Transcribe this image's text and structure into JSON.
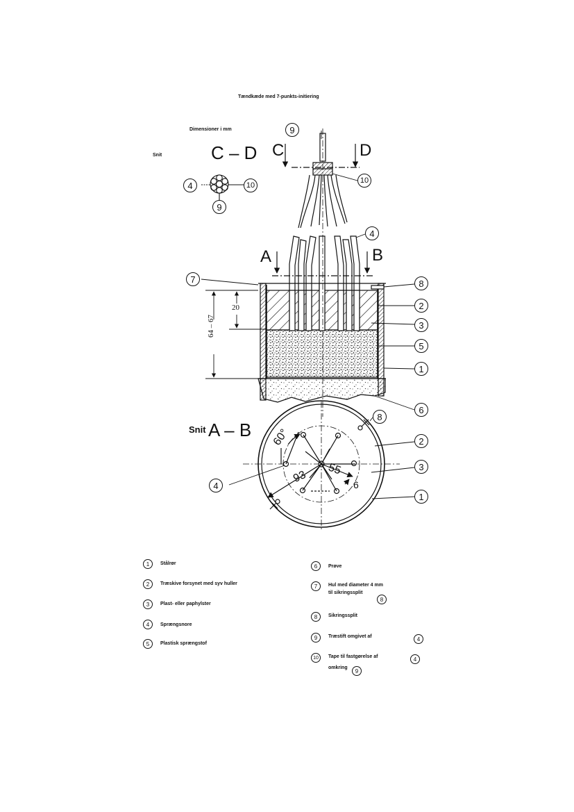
{
  "title": "Tændkæde med 7-punkts-initiering",
  "dimensions_note": "Dimensioner i mm",
  "section_cd": {
    "prefix": "Snit",
    "label": "C – D",
    "left": "C",
    "right": "D"
  },
  "section_ab": {
    "prefix": "Snit",
    "label": "A – B",
    "left": "A",
    "right": "B"
  },
  "dimensions": {
    "d20": "20",
    "d64": "64 – 67",
    "angle": "60°",
    "d93": "93",
    "d55": "55",
    "d6": "6"
  },
  "callouts": {
    "n1": "1",
    "n2": "2",
    "n3": "3",
    "n4": "4",
    "n5": "5",
    "n6": "6",
    "n7": "7",
    "n8": "8",
    "n9": "9",
    "n10": "10"
  },
  "legend": {
    "items": [
      {
        "num": "1",
        "text": "Stålrør"
      },
      {
        "num": "2",
        "text": "Træskive forsynet med syv huller"
      },
      {
        "num": "3",
        "text": "Plast- eller paphylster"
      },
      {
        "num": "4",
        "text": "Sprængsnore"
      },
      {
        "num": "5",
        "text": "Plastisk sprængstof"
      },
      {
        "num": "6",
        "text": "Prøve"
      },
      {
        "num": "7",
        "text": "Hul med diameter 4 mm",
        "text2": "til sikringssplit",
        "ref": "8"
      },
      {
        "num": "8",
        "text": "Sikringssplit"
      },
      {
        "num": "9",
        "text": "Træstift omgivet af",
        "ref": "4"
      },
      {
        "num": "10",
        "text": "Tape til fastgørelse af",
        "ref": "4",
        "text2": "omkring",
        "ref2": "9"
      }
    ]
  },
  "colors": {
    "ink": "#111111",
    "paper": "#ffffff"
  }
}
